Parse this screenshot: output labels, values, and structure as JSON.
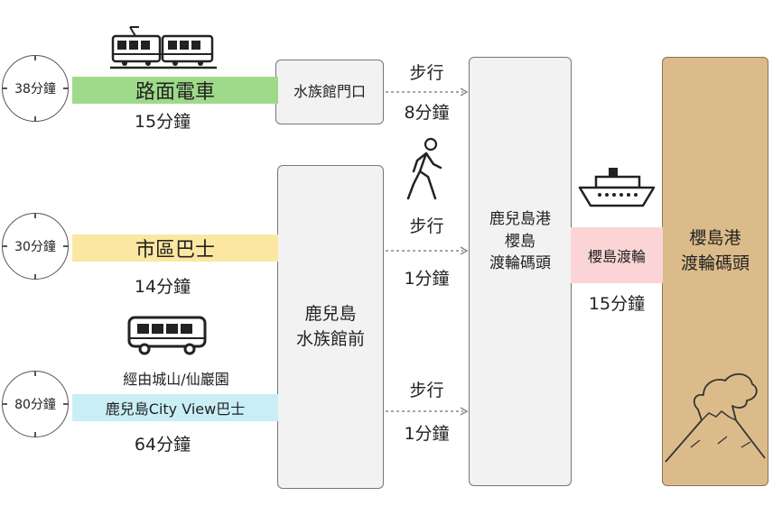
{
  "routes": [
    {
      "time": "38分鐘",
      "mode": "路面電車",
      "duration": "15分鐘",
      "band_color": "#9fd98a"
    },
    {
      "time": "30分鐘",
      "mode": "市區巴士",
      "duration": "14分鐘",
      "band_color": "#fbe7a1"
    },
    {
      "time": "80分鐘",
      "mode": "鹿兒島City View巴士",
      "via": "經由城山/仙巖園",
      "duration": "64分鐘",
      "band_color": "#c9eef6"
    }
  ],
  "stops": {
    "aquarium_gate": "水族館門口",
    "aquarium_front": {
      "line1": "鹿兒島",
      "line2": "水族館前"
    },
    "kagoshima_port": {
      "line1": "鹿兒島港",
      "line2": "櫻島",
      "line3": "渡輪碼頭"
    },
    "sakurajima_port": {
      "line1": "櫻島港",
      "line2": "渡輪碼頭"
    }
  },
  "walks": [
    {
      "label": "步行",
      "duration": "8分鐘"
    },
    {
      "label": "步行",
      "duration": "1分鐘"
    },
    {
      "label": "步行",
      "duration": "1分鐘"
    }
  ],
  "ferry": {
    "label": "櫻島渡輪",
    "duration": "15分鐘",
    "band_color": "#fbd5d5"
  },
  "colors": {
    "sakurajima_fill": "#dcbb8a",
    "box_fill": "#f2f2f2",
    "border": "#777777"
  },
  "icons": [
    "tram-icon",
    "walking-person-icon",
    "bus-icon",
    "ferry-icon",
    "volcano-icon"
  ]
}
